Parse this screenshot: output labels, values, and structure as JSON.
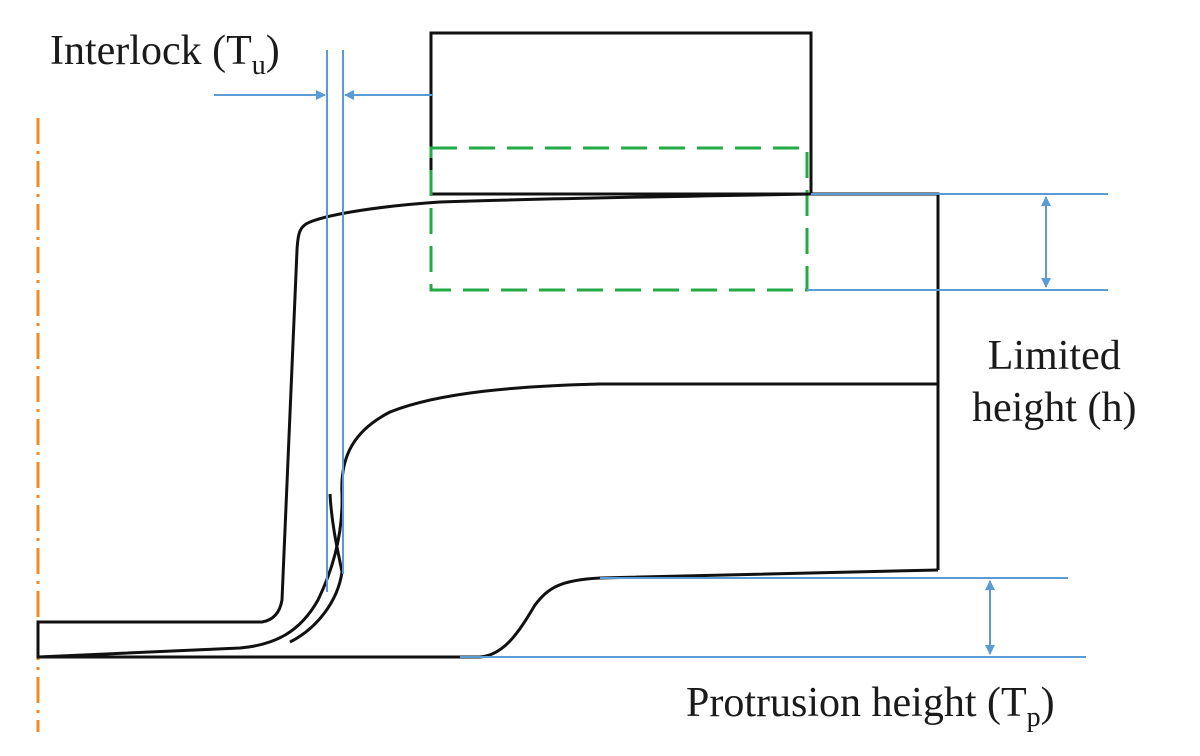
{
  "labels": {
    "interlock": {
      "text": "Interlock (T",
      "sub": "u",
      "close": ")"
    },
    "limited": {
      "line1": "Limited",
      "line2": "height (h)"
    },
    "protrusion": {
      "text": "Protrusion height (T",
      "sub": "p",
      "close": ")"
    }
  },
  "colors": {
    "outline": "#111111",
    "dimension": "#5b9bd5",
    "axis": "#f08a24",
    "dashed_punch": "#22aa44"
  }
}
